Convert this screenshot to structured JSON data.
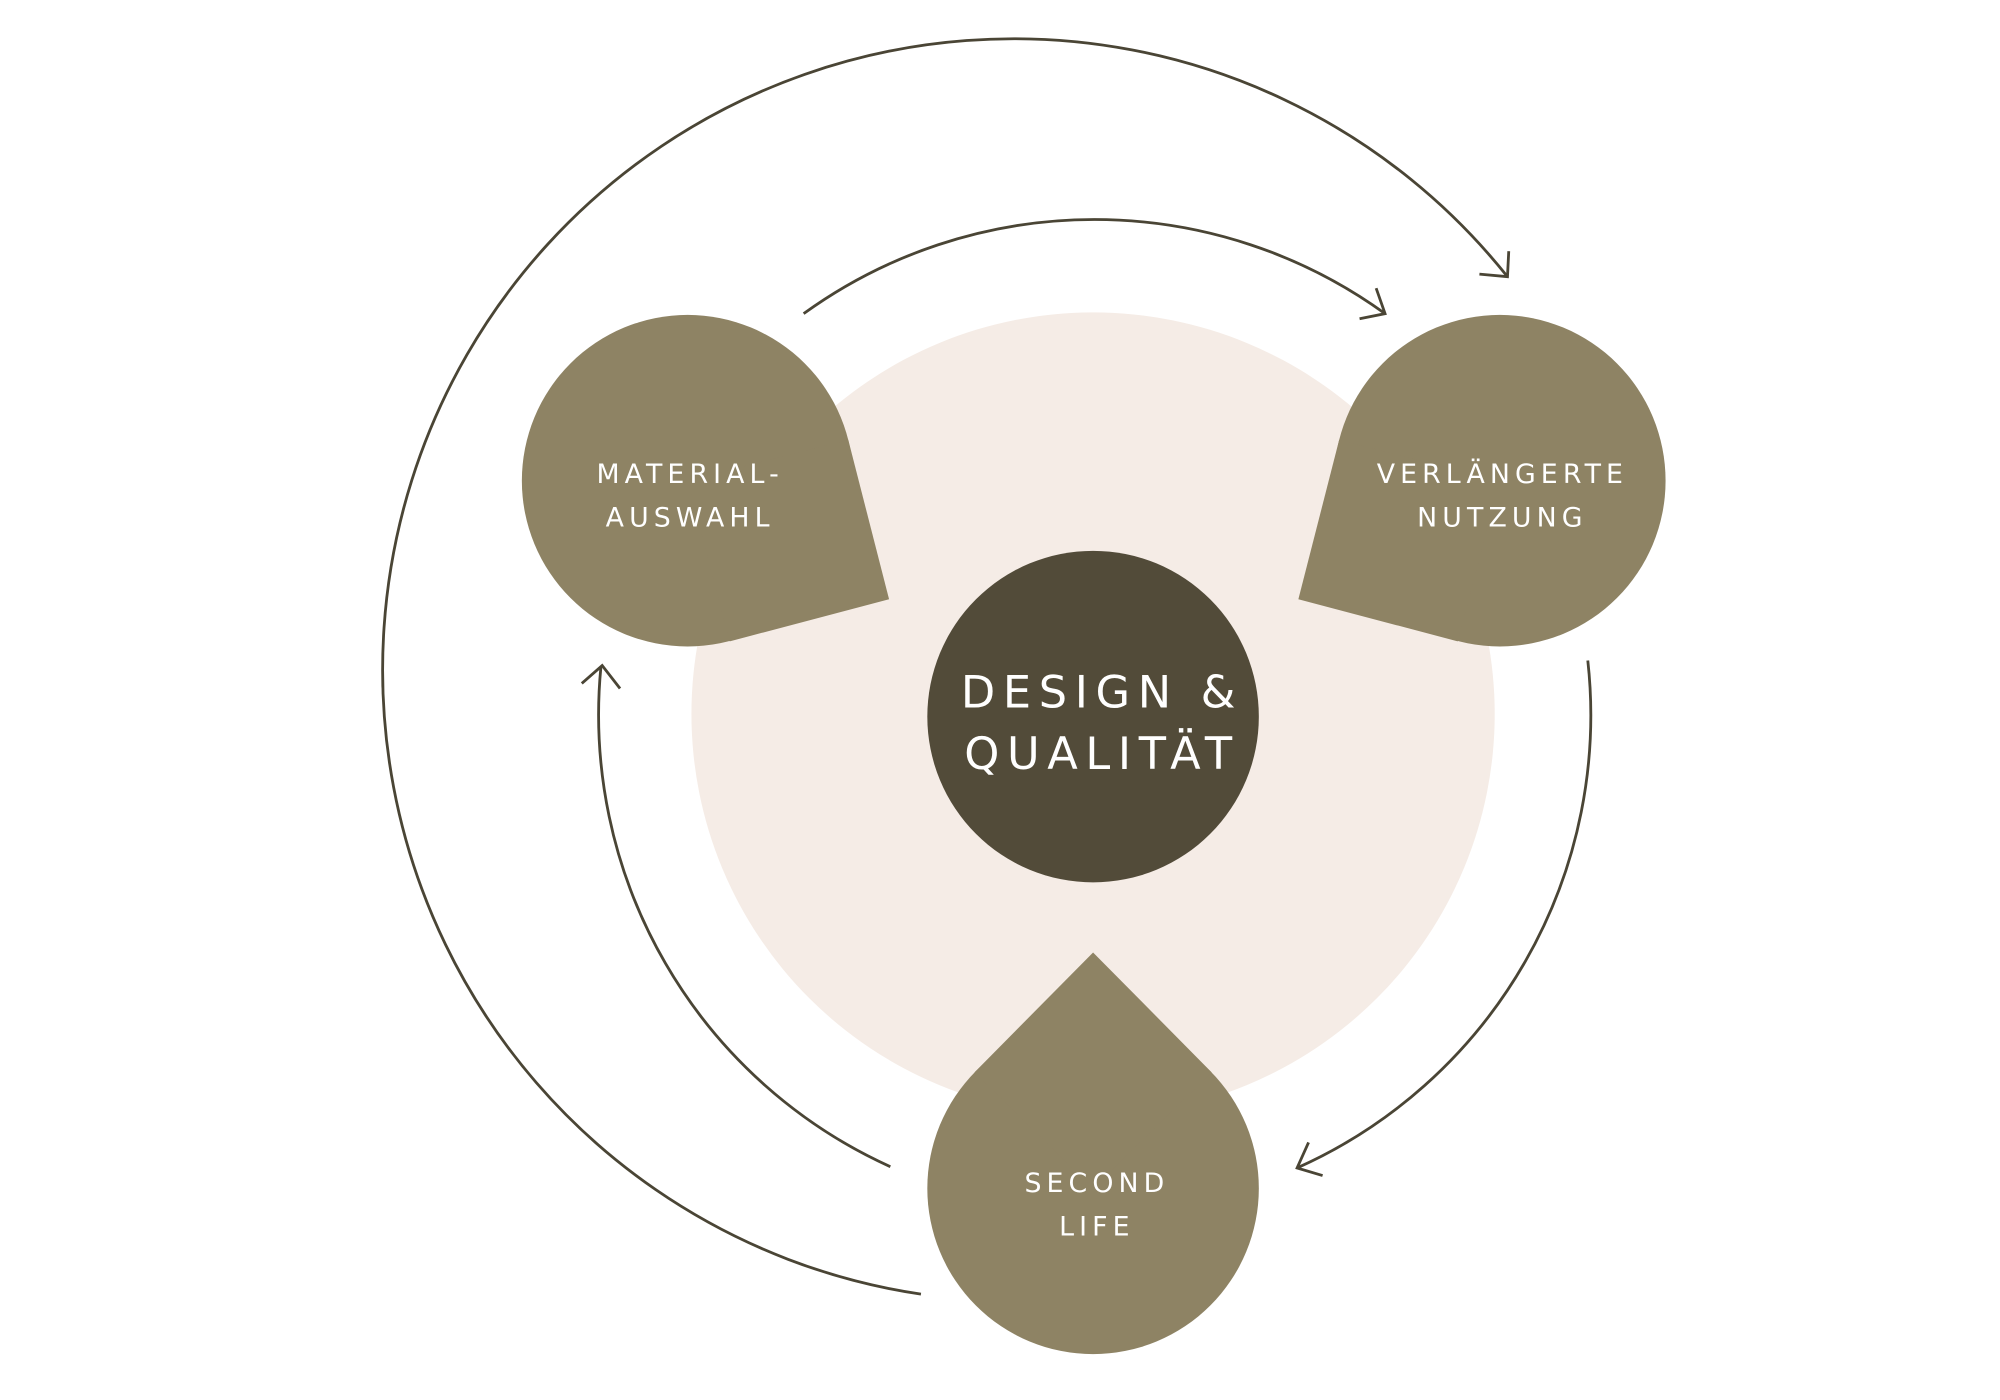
{
  "diagram": {
    "center": {
      "line1": "DESIGN &",
      "line2": "QUALITÄT"
    },
    "nodes": [
      {
        "line1": "MATERIAL-",
        "line2": "AUSWAHL"
      },
      {
        "line1": "VERLÄNGERTE",
        "line2": "NUTZUNG"
      },
      {
        "line1": "SECOND",
        "line2": "LIFE"
      }
    ],
    "colors": {
      "background_circle": "#f5ece6",
      "center": "#524b39",
      "node": "#8e8364",
      "arrow": "#4a4535"
    }
  }
}
